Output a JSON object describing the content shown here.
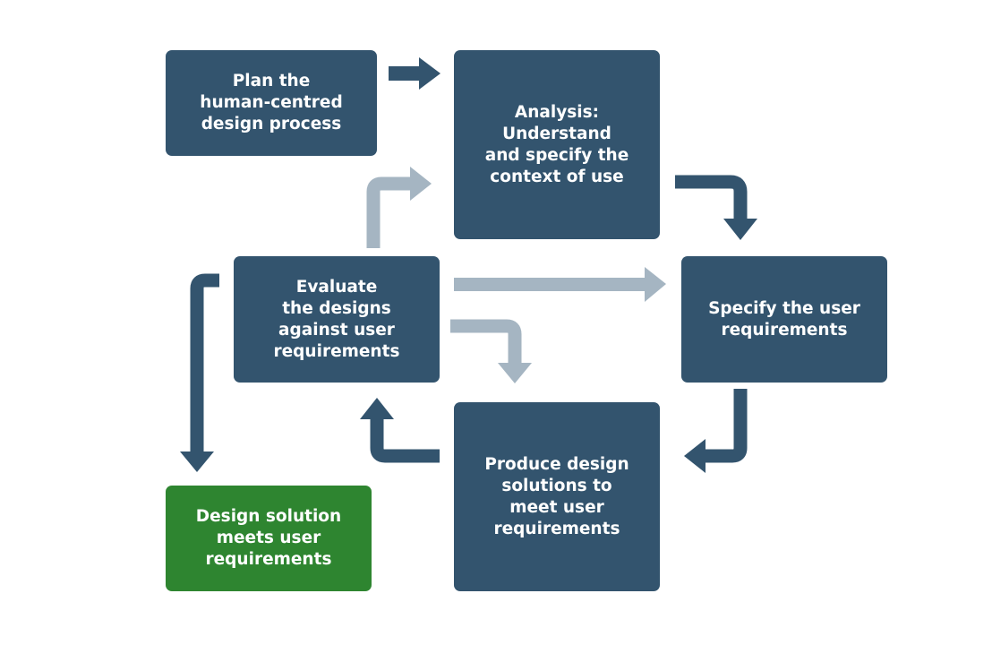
{
  "colors": {
    "box": "#33546E",
    "outcome": "#2E8530",
    "arrow_primary": "#33546E",
    "arrow_secondary": "#A5B5C2",
    "text": "#FFFFFF"
  },
  "nodes": {
    "plan": "Plan the\nhuman-centred\ndesign process",
    "analysis": "Analysis:\nUnderstand\nand specify the\ncontext of use",
    "specify": "Specify the user\nrequirements",
    "produce": "Produce design\nsolutions to\nmeet user\nrequirements",
    "evaluate": "Evaluate\nthe designs\nagainst user\nrequirements",
    "outcome": "Design solution\nmeets user\nrequirements"
  }
}
